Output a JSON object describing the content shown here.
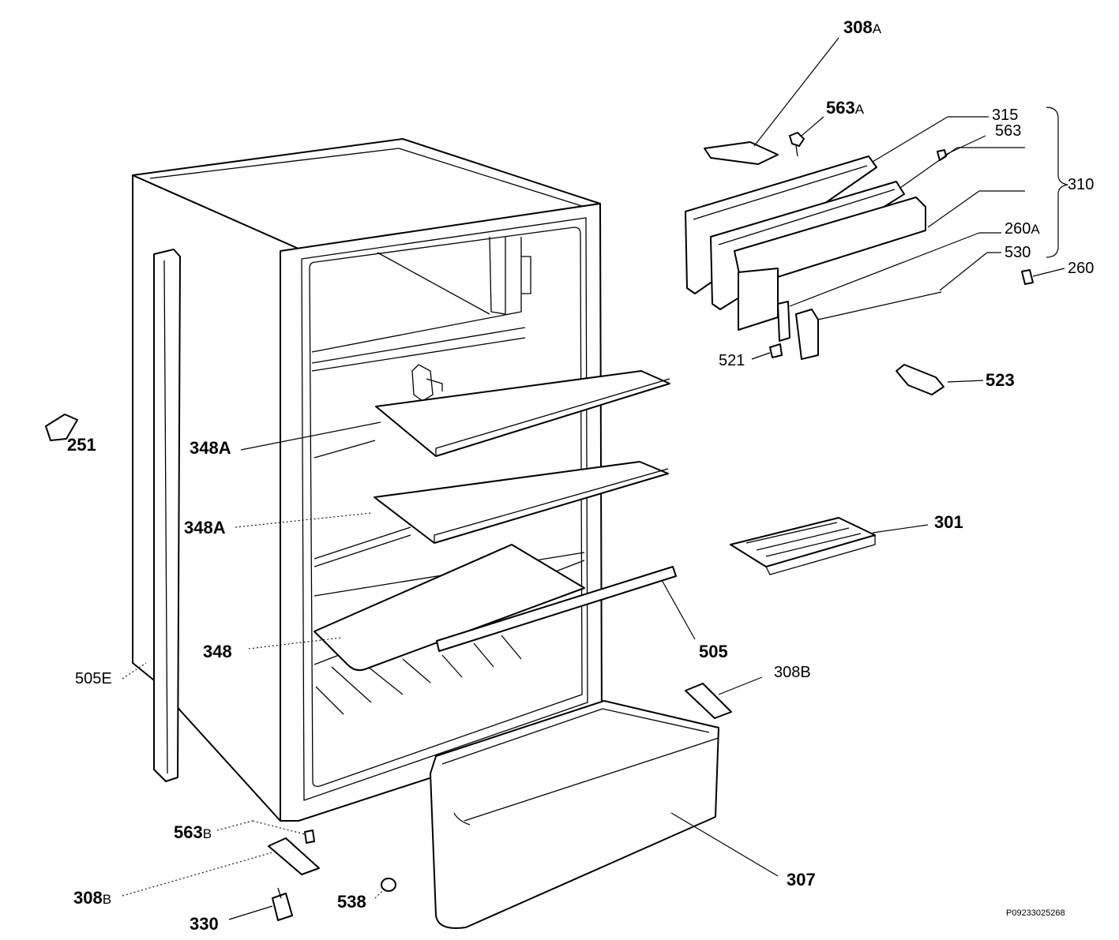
{
  "diagram": {
    "drawing_code": "P09233025268",
    "labels": [
      {
        "id": "308A_top",
        "num": "308",
        "suffix": "A"
      },
      {
        "id": "563A",
        "num": "563",
        "suffix": "A"
      },
      {
        "id": "315",
        "num": "315",
        "suffix": ""
      },
      {
        "id": "563_top",
        "num": "563",
        "suffix": ""
      },
      {
        "id": "310",
        "num": "310",
        "suffix": ""
      },
      {
        "id": "260A",
        "num": "260",
        "suffix": "A"
      },
      {
        "id": "530",
        "num": "530",
        "suffix": ""
      },
      {
        "id": "260",
        "num": "260",
        "suffix": ""
      },
      {
        "id": "521",
        "num": "521",
        "suffix": ""
      },
      {
        "id": "523",
        "num": "523",
        "suffix": ""
      },
      {
        "id": "251",
        "num": "251",
        "suffix": ""
      },
      {
        "id": "348A_upper",
        "num": "348A",
        "suffix": ""
      },
      {
        "id": "348A_lower",
        "num": "348A",
        "suffix": ""
      },
      {
        "id": "301",
        "num": "301",
        "suffix": ""
      },
      {
        "id": "348",
        "num": "348",
        "suffix": ""
      },
      {
        "id": "505",
        "num": "505",
        "suffix": ""
      },
      {
        "id": "505E",
        "num": "505E",
        "suffix": ""
      },
      {
        "id": "308B_right",
        "num": "308B",
        "suffix": ""
      },
      {
        "id": "563B",
        "num": "563",
        "suffix": "B"
      },
      {
        "id": "308B_left",
        "num": "308",
        "suffix": "B"
      },
      {
        "id": "538",
        "num": "538",
        "suffix": ""
      },
      {
        "id": "307",
        "num": "307",
        "suffix": ""
      },
      {
        "id": "330",
        "num": "330",
        "suffix": ""
      }
    ]
  }
}
